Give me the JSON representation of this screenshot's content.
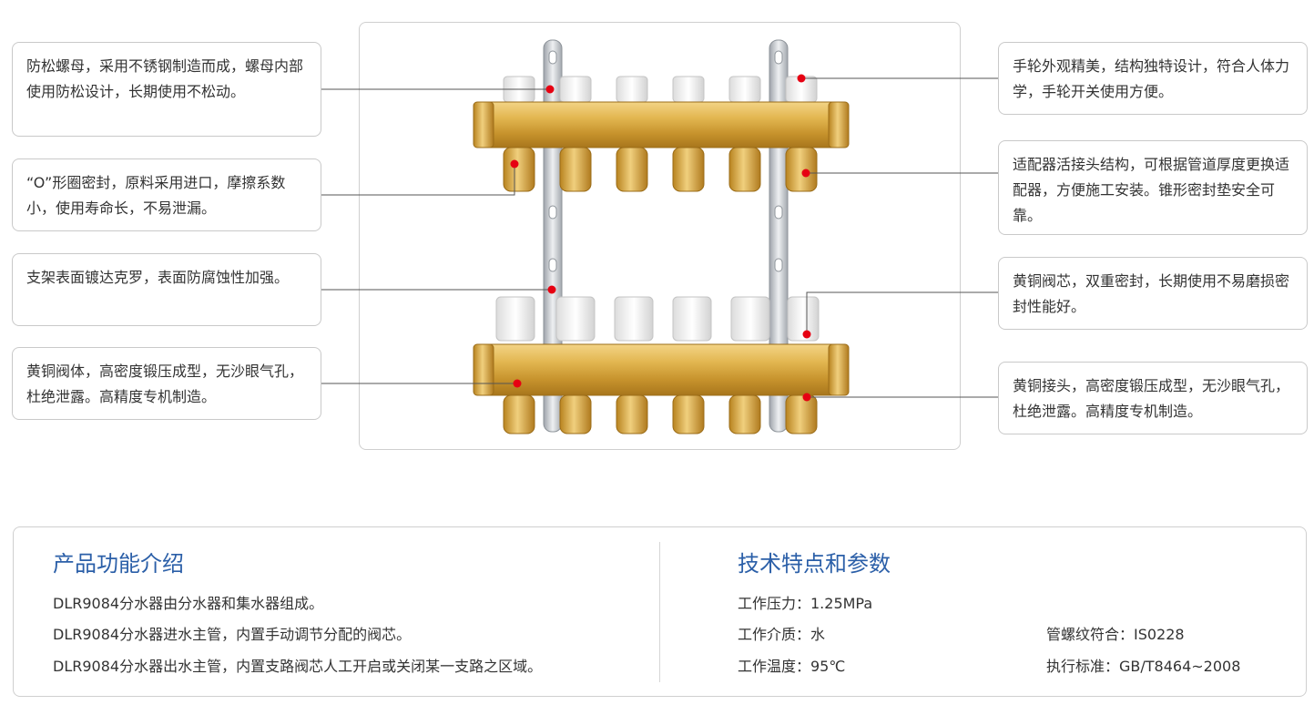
{
  "colors": {
    "accent_blue": "#2b5fa8",
    "marker_red": "#e60012",
    "brass": "#d8a93c",
    "border_gray": "#c9c9c9"
  },
  "callouts": {
    "left": [
      "防松螺母，采用不锈钢制造而成，螺母内部使用防松设计，长期使用不松动。",
      "“O”形圈密封，原料采用进口，摩擦系数小，使用寿命长，不易泄漏。",
      "支架表面镀达克罗，表面防腐蚀性加强。",
      "黄铜阀体，高密度锻压成型，无沙眼气孔，杜绝泄露。高精度专机制造。"
    ],
    "right": [
      "手轮外观精美，结构独特设计，符合人体力学，手轮开关使用方便。",
      "适配器活接头结构，可根据管道厚度更换适配器，方便施工安装。锥形密封垫安全可靠。",
      "黄铜阀芯，双重密封，长期使用不易磨损密封性能好。",
      "黄铜接头，高密度锻压成型，无沙眼气孔，杜绝泄露。高精度专机制造。"
    ]
  },
  "product_intro": {
    "title": "产品功能介绍",
    "lines": [
      "DLR9084分水器由分水器和集水器组成。",
      "DLR9084分水器进水主管，内置手动调节分配的阀芯。",
      "DLR9084分水器出水主管，内置支路阀芯人工开启或关闭某一支路之区域。"
    ]
  },
  "tech_specs": {
    "title": "技术特点和参数",
    "items": [
      "工作压力：1.25MPa",
      "工作介质：水",
      "工作温度：95℃",
      "管螺纹符合：IS0228",
      "执行标准：GB/T8464~2008"
    ]
  }
}
